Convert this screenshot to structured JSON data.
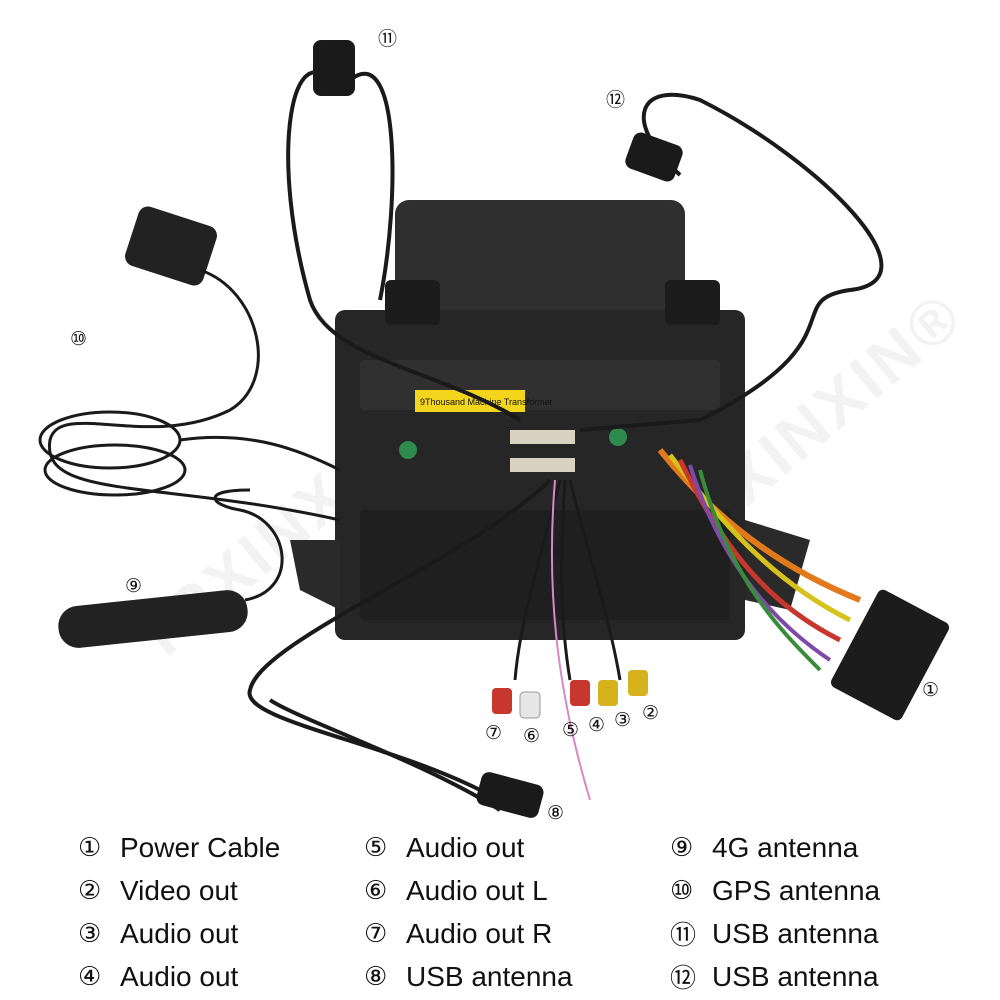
{
  "watermark": "TPXINXIN®",
  "callouts": [
    "⑪",
    "⑫",
    "⑩",
    "⑨",
    "①",
    "⑦",
    "⑥",
    "⑤",
    "④",
    "③",
    "②",
    "⑧"
  ],
  "sticker_text": "9Thousand Machine Transformer",
  "legend": {
    "col1": [
      {
        "num": "①",
        "label": "Power Cable"
      },
      {
        "num": "②",
        "label": "Video out"
      },
      {
        "num": "③",
        "label": "Audio out"
      },
      {
        "num": "④",
        "label": "Audio out"
      }
    ],
    "col2": [
      {
        "num": "⑤",
        "label": "Audio out"
      },
      {
        "num": "⑥",
        "label": "Audio out L"
      },
      {
        "num": "⑦",
        "label": "Audio out R"
      },
      {
        "num": "⑧",
        "label": "USB antenna"
      }
    ],
    "col3": [
      {
        "num": "⑨",
        "label": "4G antenna"
      },
      {
        "num": "⑩",
        "label": "GPS antenna"
      },
      {
        "num": "⑪",
        "label": "USB antenna"
      },
      {
        "num": "⑫",
        "label": "USB antenna"
      }
    ]
  },
  "colors": {
    "unit": "#2b2b2b",
    "cable": "#1a1a1a",
    "rca_red": "#c8372e",
    "rca_yellow": "#d6b21f",
    "rca_white": "#e6e6e6",
    "sticker": "#f2d51c"
  }
}
